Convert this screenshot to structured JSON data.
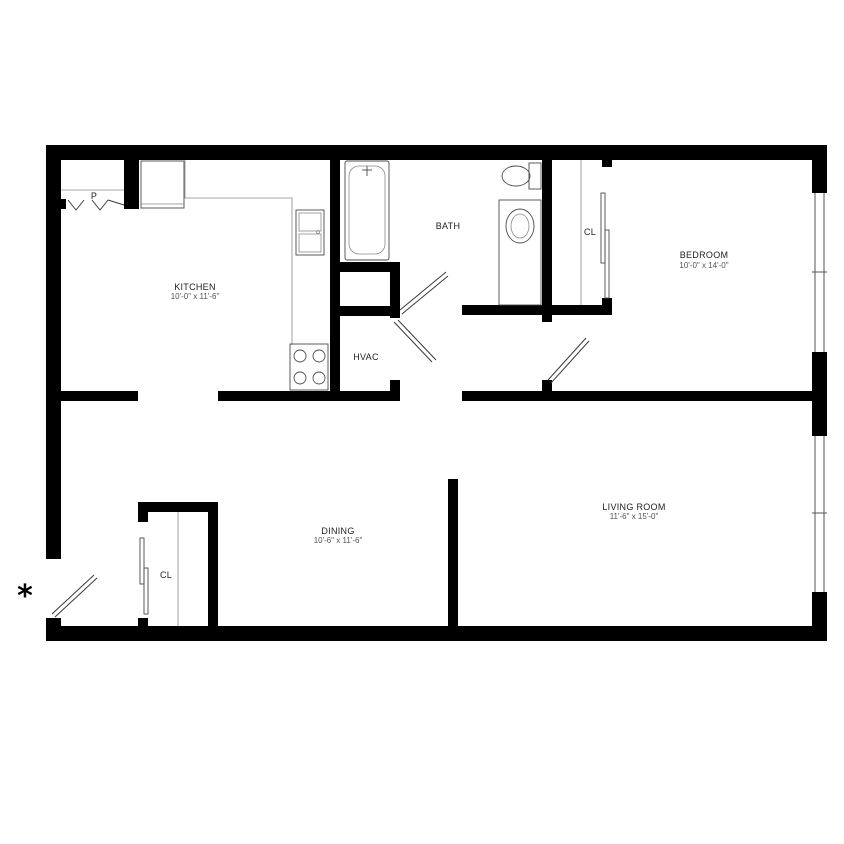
{
  "floor_plan": {
    "rooms": [
      {
        "key": "kitchen",
        "name": "KITCHEN",
        "size": "10'-0\" x 11'-6\""
      },
      {
        "key": "bath",
        "name": "BATH",
        "size": ""
      },
      {
        "key": "bedroom",
        "name": "BEDROOM",
        "size": "10'-0\" x 14'-0\""
      },
      {
        "key": "hvac",
        "name": "HVAC",
        "size": ""
      },
      {
        "key": "dining",
        "name": "DINING",
        "size": "10'-6\" x 11'-6\""
      },
      {
        "key": "living",
        "name": "LIVING ROOM",
        "size": "11'-6\" x 15'-0\""
      },
      {
        "key": "closet_bedroom",
        "name": "CL",
        "size": ""
      },
      {
        "key": "closet_entry",
        "name": "CL",
        "size": ""
      },
      {
        "key": "pantry",
        "name": "P",
        "size": ""
      }
    ],
    "entry_marker": "*",
    "colors": {
      "wall": "#000000",
      "fixture": "#4a4a4a",
      "text": "#222222"
    }
  }
}
